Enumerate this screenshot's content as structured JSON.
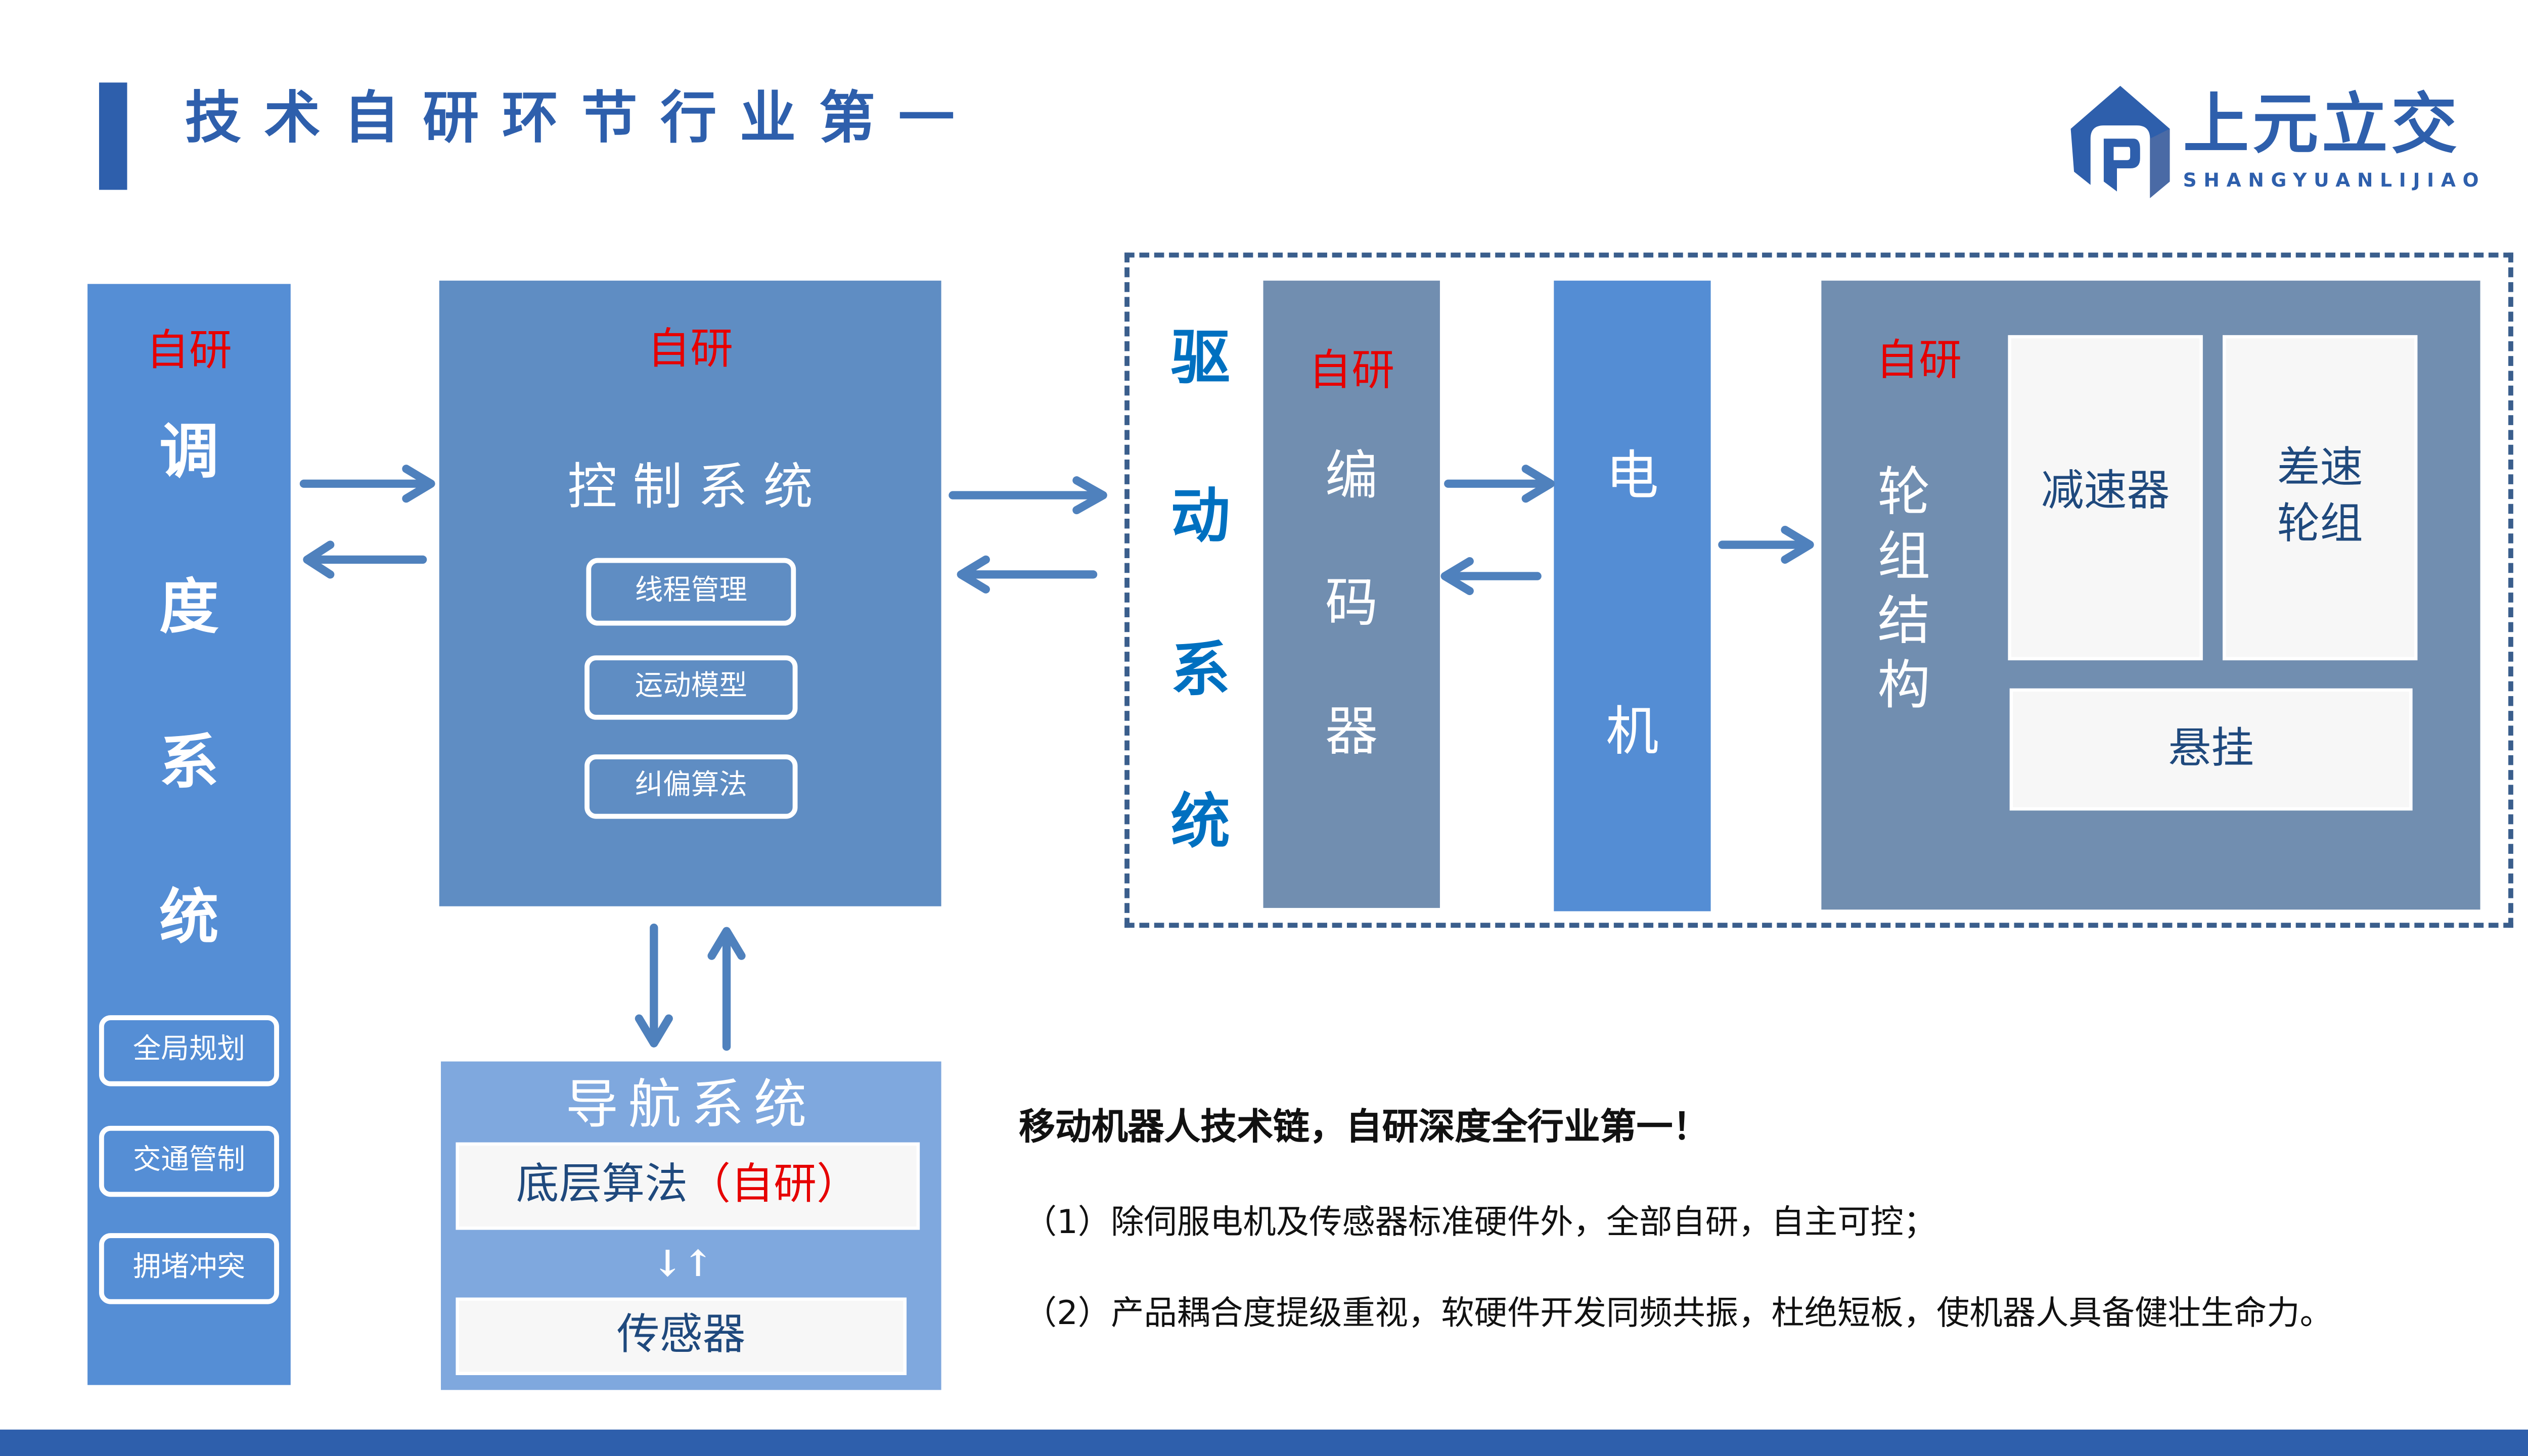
{
  "header": {
    "title": "技术自研环节行业第一",
    "logo_cn": "上元立交",
    "logo_en": "SHANGYUANLIJIAO"
  },
  "colors": {
    "brand_blue": "#2e5fac",
    "self_dev_red": "#e60000",
    "dispatch_box": "#558ed5",
    "control_box": "#5f8dc3",
    "nav_box": "#7fa8de",
    "encoder_box": "#718eb0",
    "motor_box": "#548dd4",
    "wheel_box": "#718eb0",
    "drive_label": "#0070c0",
    "card_text": "#1f497d"
  },
  "dispatch_system": {
    "badge": "自研",
    "chars": [
      "调",
      "度",
      "系",
      "统"
    ],
    "modules": [
      "全局规划",
      "交通管制",
      "拥堵冲突"
    ]
  },
  "control_system": {
    "badge": "自研",
    "title": "控 制 系 统",
    "modules": [
      "线程管理",
      "运动模型",
      "纠偏算法"
    ]
  },
  "navigation_system": {
    "title": "导航系统",
    "algorithm_label": "底层算法",
    "algorithm_badge": "（自研）",
    "link_symbol": "↓↑",
    "sensor_label": "传感器"
  },
  "drive_system": {
    "label_chars": [
      "驱",
      "动",
      "系",
      "统"
    ],
    "encoder": {
      "badge": "自研",
      "chars": [
        "编",
        "码",
        "器"
      ]
    },
    "motor": {
      "chars": [
        "电",
        "机"
      ]
    },
    "wheel_structure": {
      "badge": "自研",
      "chars": [
        "轮",
        "组",
        "结",
        "构"
      ],
      "parts": {
        "reducer": "减速器",
        "differential_line1": "差速",
        "differential_line2": "轮组",
        "suspension": "悬挂"
      }
    }
  },
  "summary": {
    "heading": "移动机器人技术链，自研深度全行业第一！",
    "points": [
      "（1）除伺服电机及传感器标准硬件外，全部自研，自主可控；",
      "（2）产品耦合度提级重视，软硬件开发同频共振，杜绝短板，使机器人具备健壮生命力。"
    ]
  }
}
